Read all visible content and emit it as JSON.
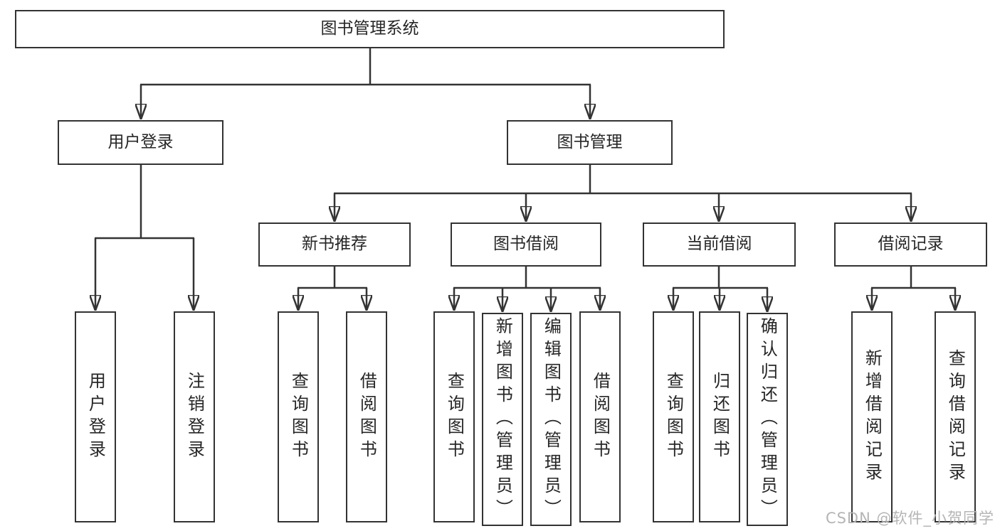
{
  "diagram": {
    "nodes": {
      "root": "图书管理系统",
      "user_login": "用户登录",
      "book_mgmt": "图书管理",
      "new_book_rec": "新书推荐",
      "book_borrow": "图书借阅",
      "current_borrow": "当前借阅",
      "borrow_record": "借阅记录",
      "leaf_user_login": "用户登录",
      "leaf_logout": "注销登录",
      "leaf_query_book_1": "查询图书",
      "leaf_borrow_book_1": "借阅图书",
      "leaf_query_book_2": "查询图书",
      "leaf_add_book": "新增图书（管理员）",
      "leaf_edit_book": "编辑图书（管理员）",
      "leaf_borrow_book_2": "借阅图书",
      "leaf_query_book_3": "查询图书",
      "leaf_return_book": "归还图书",
      "leaf_confirm_return": "确认归还（管理员）",
      "leaf_add_record": "新增借阅记录",
      "leaf_query_record": "查询借阅记录"
    },
    "colors": {
      "line": "#333333",
      "text": "#262626",
      "box_bg": "#ffffff",
      "watermark": "#b5b5b5"
    },
    "watermark": "CSDN @软件_小贺同学"
  }
}
